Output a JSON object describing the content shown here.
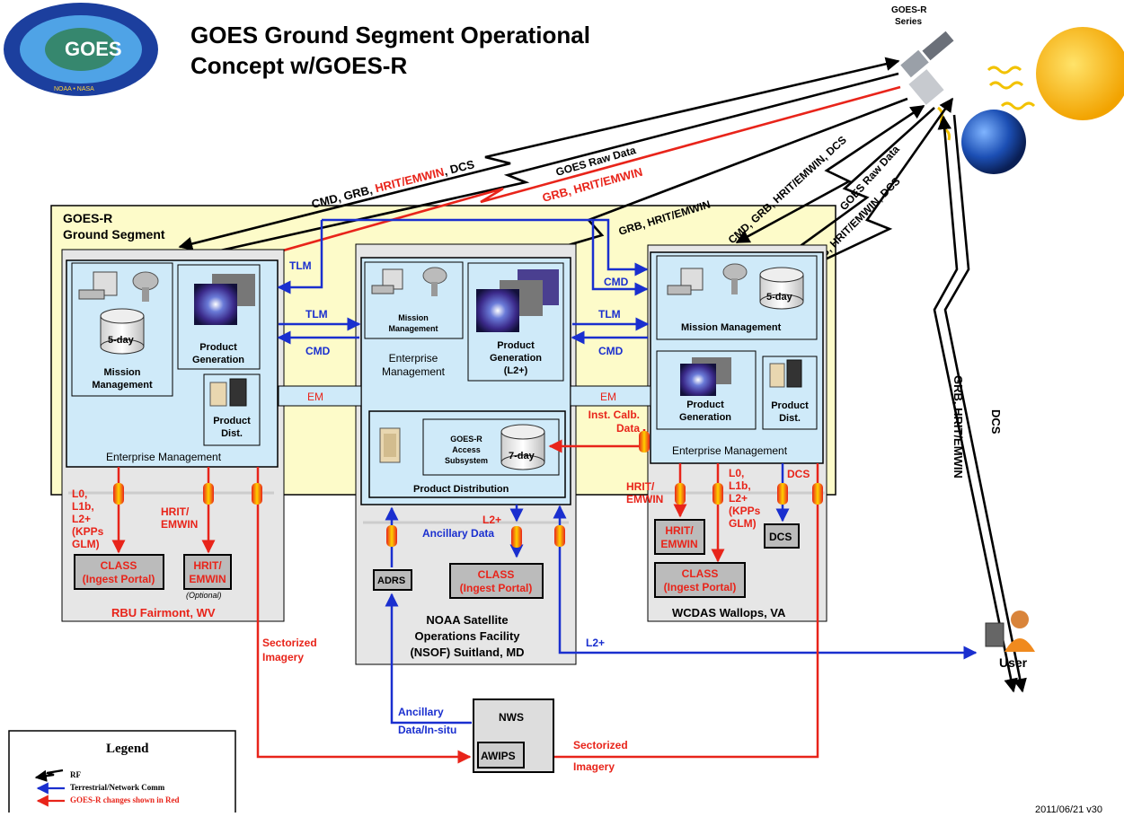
{
  "title": {
    "line1": "GOES Ground Segment Operational",
    "line2": "Concept w/GOES-R"
  },
  "logo": {
    "text": "GOES",
    "ring_text": "NOAA • NASA"
  },
  "satellite": {
    "label_line1": "GOES-R",
    "label_line2": "Series"
  },
  "ground_segment": {
    "line1": "GOES-R",
    "line2": "Ground Segment"
  },
  "rf_links": {
    "left_cmd": [
      "CMD, GRB, ",
      "HRIT/EMWIN",
      ", DCS"
    ],
    "left_raw": "GOES Raw Data",
    "left_red": "GRB, HRIT/EMWIN",
    "mid_grb": "GRB, HRIT/EMWIN",
    "right_cmd": "CMD, GRB, HRIT/EMWIN, DCS",
    "right_raw": "GOES Raw Data",
    "right_grb": "GRB, HRIT/EMWIN, DCS",
    "user_grb": "GRB, HRIT/EMWIN",
    "user_dcs": "DCS"
  },
  "rbu": {
    "name": "RBU Fairmont, WV",
    "mission_line1": "Mission",
    "mission_line2": "Management",
    "five_day": "5-day",
    "prod_gen_line1": "Product",
    "prod_gen_line2": "Generation",
    "prod_dist_line1": "Product",
    "prod_dist_line2": "Dist.",
    "enterprise": "Enterprise Management",
    "l0_lines": [
      "L0,",
      "L1b,",
      "L2+",
      "(KPPs",
      "GLM)"
    ],
    "hrit_lines": [
      "HRIT/",
      "EMWIN"
    ],
    "class_line1": "CLASS",
    "class_line2": "(Ingest Portal)",
    "hrit_box_line1": "HRIT/",
    "hrit_box_line2": "EMWIN",
    "optional": "(Optional)"
  },
  "nsof": {
    "name_line1": "NOAA Satellite",
    "name_line2": "Operations Facility",
    "name_line3": "(NSOF) Suitland, MD",
    "mission_line1": "Mission",
    "mission_line2": "Management",
    "enterprise_line1": "Enterprise",
    "enterprise_line2": "Management",
    "prod_gen_line1": "Product",
    "prod_gen_line2": "Generation",
    "prod_gen_line3": "(L2+)",
    "access_line1": "GOES-R",
    "access_line2": "Access",
    "access_line3": "Subsystem",
    "seven_day": "7-day",
    "prod_dist": "Product Distribution",
    "l2_ancillary_line1": "L2+",
    "l2_ancillary_line2": "Ancillary Data",
    "adrs": "ADRS",
    "class_line1": "CLASS",
    "class_line2": "(Ingest Portal)"
  },
  "wcdas": {
    "name": "WCDAS Wallops, VA",
    "five_day": "5-day",
    "mission": "Mission Management",
    "prod_gen_line1": "Product",
    "prod_gen_line2": "Generation",
    "prod_dist_line1": "Product",
    "prod_dist_line2": "Dist.",
    "enterprise": "Enterprise Management",
    "hrit_lines": [
      "HRIT/",
      "EMWIN"
    ],
    "l0_lines": [
      "L0,",
      "L1b,",
      "L2+",
      "(KPPs",
      "GLM)"
    ],
    "dcs_label": "DCS",
    "hrit_box_line1": "HRIT/",
    "hrit_box_line2": "EMWIN",
    "class_line1": "CLASS",
    "class_line2": "(Ingest Portal)",
    "dcs_box": "DCS"
  },
  "links": {
    "tlm": "TLM",
    "cmd": "CMD",
    "em": "EM",
    "inst_calb_line1": "Inst. Calb.",
    "inst_calb_line2": "Data",
    "sectorized_line1": "Sectorized",
    "sectorized_line2": "Imagery",
    "ancillary_line1": "Ancillary",
    "ancillary_line2": "Data/In-situ",
    "l2": "L2+"
  },
  "nws": {
    "name": "NWS",
    "awips": "AWIPS"
  },
  "user": "User",
  "legend": {
    "title": "Legend",
    "rf": "RF",
    "terrestrial": "Terrestrial/Network Comm",
    "changes": "GOES-R changes shown in Red"
  },
  "version": "2011/06/21 v30",
  "colors": {
    "red": "#e8241a",
    "blue": "#1a2fcf",
    "gs_fill": "#fdfbc9",
    "panel_fill": "#e6e6e6",
    "cyan_fill": "#cfeaf9"
  }
}
